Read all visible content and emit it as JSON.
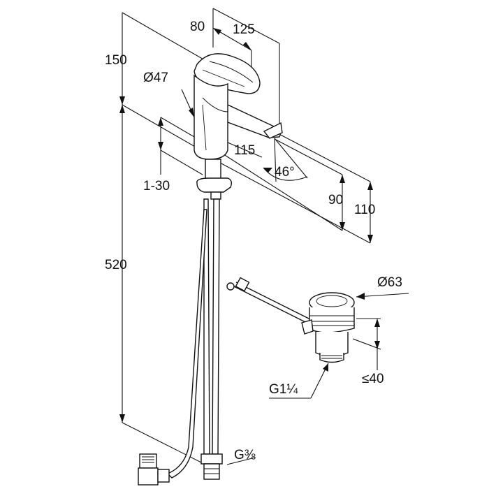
{
  "dimensions": {
    "d80": "80",
    "d125": "125",
    "d150": "150",
    "d_dia47": "Ø47",
    "d115": "115",
    "d_angle": "46°",
    "d1_30": "1-30",
    "d90": "90",
    "d110": "110",
    "d520": "520",
    "d_dia63": "Ø63",
    "d_g114": "G1¼",
    "d_le40": "≤40",
    "d_g38": "G⅜"
  },
  "colors": {
    "line": "#111111",
    "background": "#ffffff"
  }
}
